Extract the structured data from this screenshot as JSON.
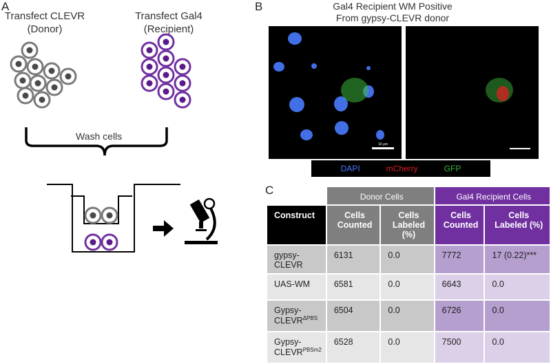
{
  "panel_a": {
    "letter": "A",
    "donor_label_line1": "Transfect CLEVR",
    "donor_label_line2": "(Donor)",
    "recipient_label_line1": "Transfect Gal4",
    "recipient_label_line2": "(Recipient)",
    "wash_label": "Wash cells"
  },
  "panel_b": {
    "letter": "B",
    "title_line1": "Gal4 Recipient WM Positive",
    "title_line2": "From gypsy-CLEVR donor",
    "scale_text": "10 µm",
    "legend": [
      {
        "label": "DAPI",
        "color": "#4a7cff"
      },
      {
        "label": "mCherry",
        "color": "#e02020"
      },
      {
        "label": "GFP",
        "color": "#3cb43c"
      }
    ]
  },
  "panel_c": {
    "letter": "C",
    "donor_header": "Donor Cells",
    "recipient_header": "Gal4 Recipient Cells",
    "col_construct": "Construct",
    "col_counted": "Cells Counted",
    "col_labeled": "Cells Labeled (%)",
    "col_labeled_b": "Cells Labeled (%)",
    "rows": [
      {
        "construct": "gypsy-CLEVR",
        "sup": "",
        "donor_counted": "6131",
        "donor_labeled": "0.0",
        "rec_counted": "7772",
        "rec_labeled": "17 (0.22)***"
      },
      {
        "construct": "UAS-WM",
        "sup": "",
        "donor_counted": "6581",
        "donor_labeled": "0.0",
        "rec_counted": "6643",
        "rec_labeled": "0.0"
      },
      {
        "construct": "Gypsy-CLEVR",
        "sup": "ΔPBS",
        "donor_counted": "6504",
        "donor_labeled": "0.0",
        "rec_counted": "6726",
        "rec_labeled": "0.0"
      },
      {
        "construct": "Gypsy-CLEVR",
        "sup": "PBSm2",
        "donor_counted": "6528",
        "donor_labeled": "0.0",
        "rec_counted": "7500",
        "rec_labeled": "0.0"
      }
    ]
  }
}
